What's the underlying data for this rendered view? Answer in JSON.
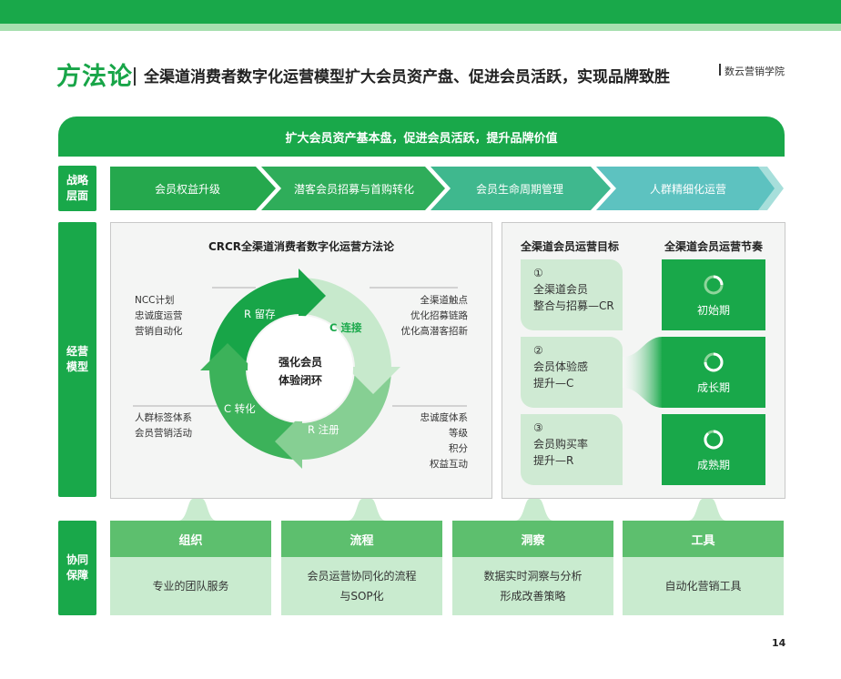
{
  "header": {
    "title": "方法论",
    "subtitle": "全渠道消费者数字化运营模型扩大会员资产盘、促进会员活跃，实现品牌致胜",
    "brand": "数云营销学院"
  },
  "banner": "扩大会员资产基本盘，促进会员活跃，提升品牌价值",
  "sections": {
    "strategy": [
      "战略",
      "层面"
    ],
    "operation": [
      "经营",
      "模型"
    ],
    "support": [
      "协同",
      "保障"
    ]
  },
  "strategy_steps": [
    "会员权益升级",
    "潜客会员招募与首购转化",
    "会员生命周期管理",
    "人群精细化运营"
  ],
  "cycle": {
    "title": "CRCR全渠道消费者数字化运营方法论",
    "center": [
      "强化会员",
      "体验闭环"
    ],
    "segments": [
      "R 留存",
      "C 连接",
      "R 注册",
      "C 转化"
    ],
    "top_left": [
      "NCC计划",
      "忠诚度运营",
      "营销自动化"
    ],
    "top_right": [
      "全渠道触点",
      "优化招募链路",
      "优化高潜客招新"
    ],
    "bottom_left": [
      "人群标签体系",
      "会员营销活动"
    ],
    "bottom_right": [
      "忠诚度体系",
      "等级",
      "积分",
      "权益互动"
    ]
  },
  "goals": {
    "title": "全渠道会员运营目标",
    "items": [
      {
        "num": "①",
        "lines": [
          "全渠道会员",
          "整合与招募—CR"
        ]
      },
      {
        "num": "②",
        "lines": [
          "会员体验感",
          "提升—C"
        ]
      },
      {
        "num": "③",
        "lines": [
          "会员购买率",
          "提升—R"
        ]
      }
    ]
  },
  "rhythm": {
    "title": "全渠道会员运营节奏",
    "items": [
      "初始期",
      "成长期",
      "成熟期"
    ]
  },
  "support": [
    {
      "head": "组织",
      "body": [
        "专业的团队服务"
      ]
    },
    {
      "head": "流程",
      "body": [
        "会员运营协同化的流程",
        "与SOP化"
      ]
    },
    {
      "head": "洞察",
      "body": [
        "数据实时洞察与分析",
        "形成改善策略"
      ]
    },
    {
      "head": "工具",
      "body": [
        "自动化营销工具"
      ]
    }
  ],
  "page_number": "14",
  "colors": {
    "primary": "#19a84a",
    "light": "#c9ebcf",
    "teal": "#4fc3c0"
  }
}
